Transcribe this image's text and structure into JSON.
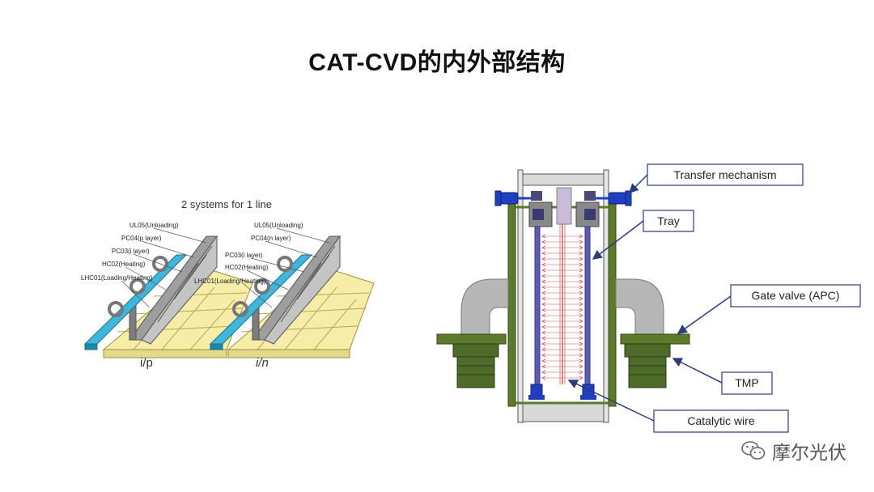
{
  "title": "CAT-CVD的内外部结构",
  "left_diagram": {
    "header": "2 systems for 1 line",
    "systems": [
      {
        "caption": "i/p",
        "labels": [
          "UL05(Unloading)",
          "PC04(p layer)",
          "PC03(i layer)",
          "HC02(Heating)",
          "LHC01(Loading/Heating)"
        ]
      },
      {
        "caption": "i/n",
        "labels": [
          "UL05(Unloading)",
          "PC04(n layer)",
          "PC03(i layer)",
          "HC02(Heating)",
          "LHC01(Loading/Heating)"
        ]
      }
    ]
  },
  "right_diagram": {
    "callouts": [
      "Transfer mechanism",
      "Tray",
      "Gate valve (APC)",
      "TMP",
      "Catalytic wire"
    ]
  },
  "colors": {
    "chamber_wall": "#5c7a2a",
    "pump": "#4f6b2a",
    "tray": "#4040a0",
    "wire": "#cc3333",
    "actuator": "#1f3fbf",
    "platform": "#f5eda8",
    "loader": "#3fb6dc",
    "chamber_gray": "#bdbdbd"
  },
  "watermark": {
    "icon": "wechat-icon",
    "text": "摩尔光伏"
  }
}
